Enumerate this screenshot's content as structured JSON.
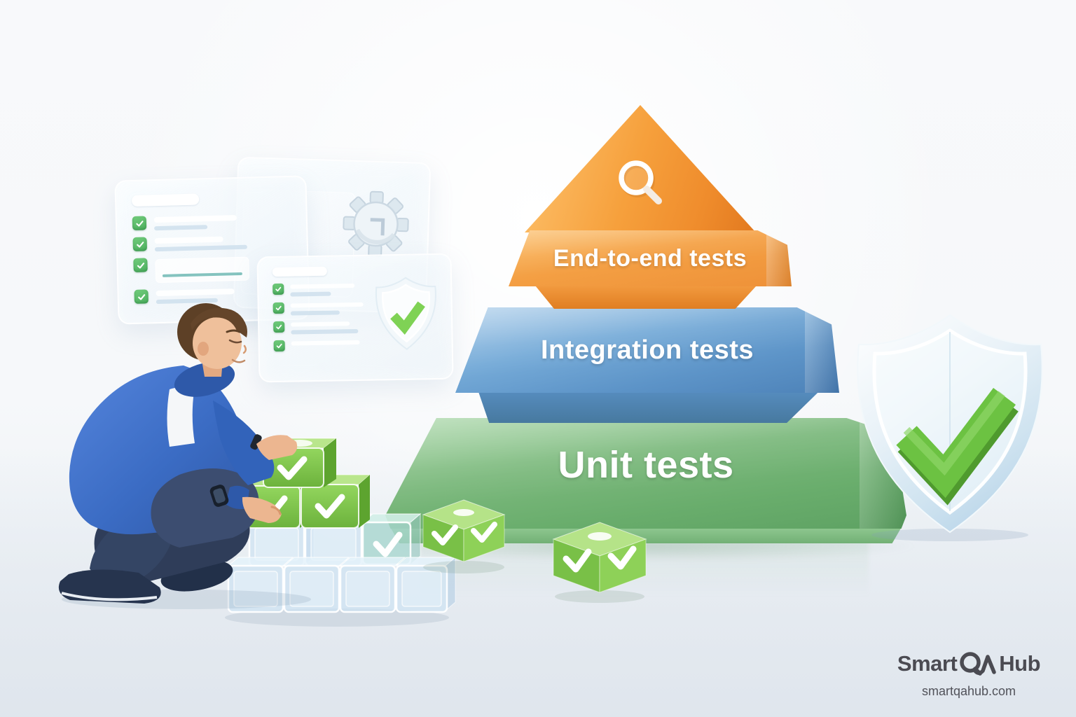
{
  "scene": {
    "background_color": "#f7f8fa",
    "floor_color": "#e9edf2"
  },
  "pyramid": {
    "label_color": "#ffffff",
    "layers": [
      {
        "id": "e2e",
        "label": "End-to-end tests",
        "icon": "magnifier-icon",
        "color": "#f4a044",
        "color_light": "#fbb95f",
        "color_dark": "#e07e22"
      },
      {
        "id": "integration",
        "label": "Integration tests",
        "color": "#76abd8",
        "color_light": "#a8cbe9",
        "color_dark": "#4d82b8"
      },
      {
        "id": "unit",
        "label": "Unit tests",
        "color": "#7cb97d",
        "color_light": "#a3d4a2",
        "color_dark": "#5ea263"
      }
    ]
  },
  "shield": {
    "glass_color": "#cfe3f0",
    "check_color": "#6cc242",
    "check_dark_color": "#4f9a2e"
  },
  "panels": {
    "checkbox_color": "#4caf5f",
    "left_checklist_rows": 4,
    "right_checklist_rows": 4
  },
  "cubes": {
    "green": "#7cc24a",
    "green_light": "#b5e388",
    "glass": "#cde2f2",
    "check_color": "#ffffff"
  },
  "person": {
    "hoodie_color": "#3f6fc6",
    "shirt_color": "#f5f7f9",
    "jeans_color": "#36425f",
    "shoe_color": "#26344e",
    "skin_color": "#efc09b",
    "hair_color": "#5d4026"
  },
  "logo": {
    "brand_smart": "Smart",
    "brand_qa": "QA",
    "brand_hub": "Hub",
    "domain": "smartqahub.com",
    "color": "#4b4b52"
  }
}
